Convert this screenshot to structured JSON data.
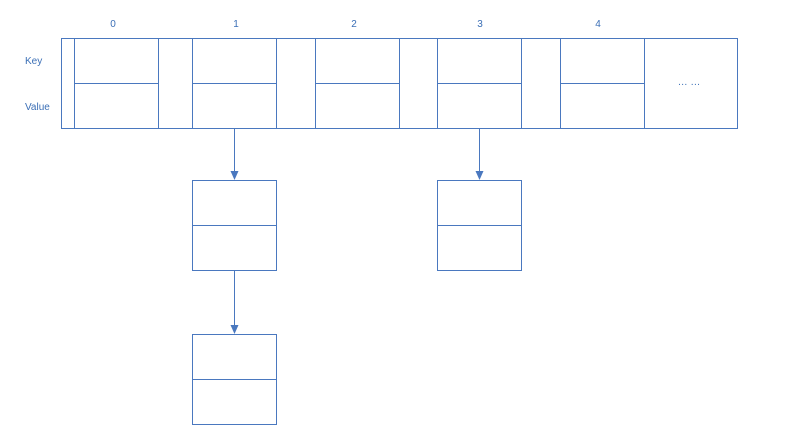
{
  "diagram": {
    "index_labels": [
      "0",
      "1",
      "2",
      "3",
      "4"
    ],
    "row_labels": {
      "key": "Key",
      "value": "Value"
    },
    "ellipsis": "… …",
    "colors": {
      "stroke": "#4a78bf",
      "label": "#3b6fb6"
    }
  }
}
